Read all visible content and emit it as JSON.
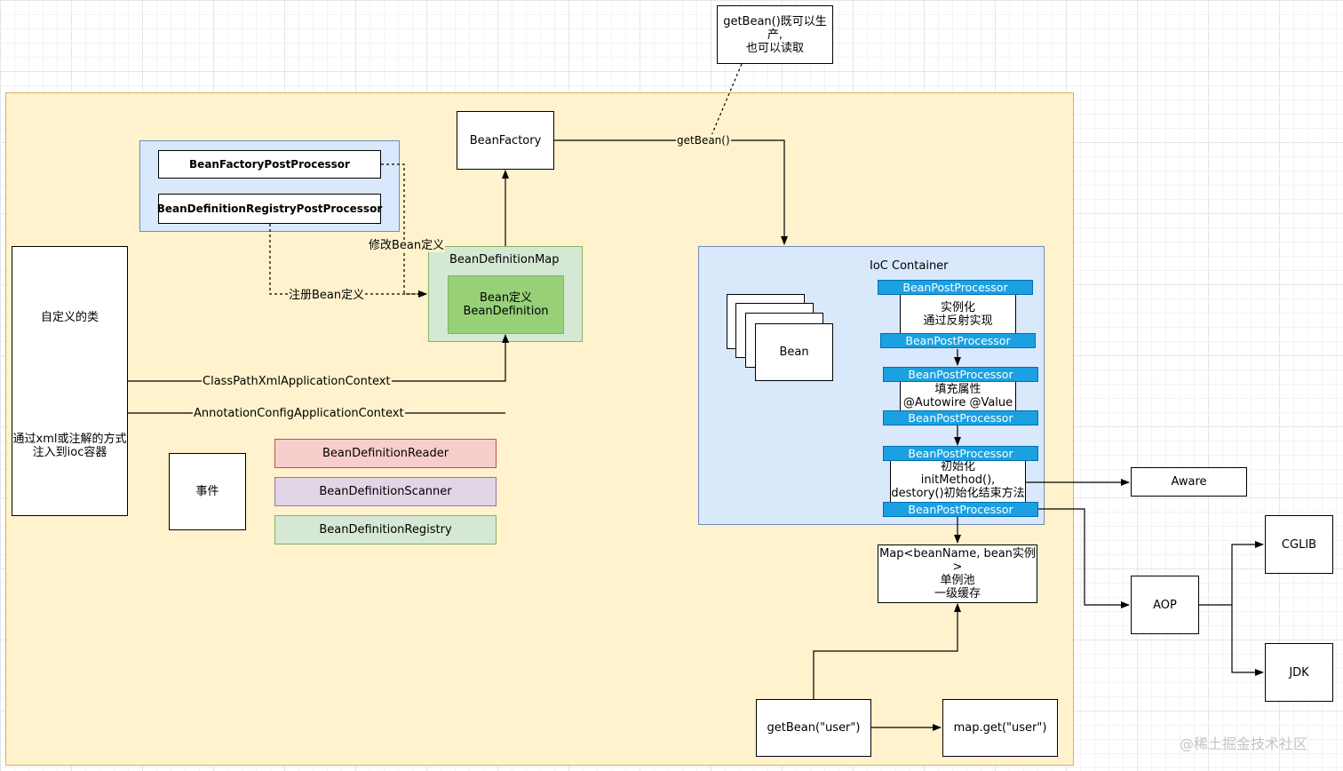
{
  "top_note": {
    "line1": "getBean()既可以生产,",
    "line2": "也可以读取"
  },
  "bean_factory": "BeanFactory",
  "processors": {
    "factory_post": "BeanFactoryPostProcessor",
    "registry_post": "BeanDefinitionRegistryPostProcessor"
  },
  "definition_map": {
    "title": "BeanDefinitionMap",
    "inner_line1": "Bean定义",
    "inner_line2": "BeanDefinition"
  },
  "custom_class": {
    "title": "自定义的类",
    "desc_line1": "通过xml或注解的方式",
    "desc_line2": "注入到ioc容器"
  },
  "event": "事件",
  "readers": {
    "reader": "BeanDefinitionReader",
    "scanner": "BeanDefinitionScanner",
    "registry": "BeanDefinitionRegistry"
  },
  "edge_labels": {
    "modify": "修改Bean定义",
    "register": "注册Bean定义",
    "classpath": "ClassPathXmlApplicationContext",
    "annotation": "AnnotationConfigApplicationContext",
    "get_bean": "getBean()"
  },
  "ioc": {
    "title": "IoC Container",
    "bean": "Bean",
    "bpp": "BeanPostProcessor",
    "step1_line1": "实例化",
    "step1_line2": "通过反射实现",
    "step2_line1": "填充属性",
    "step2_line2": "@Autowire @Value",
    "step3_line1": "初始化",
    "step3_line2": "initMethod(),",
    "step3_line3": "destory()初始化结束方法"
  },
  "singleton_pool": {
    "line1": "Map<beanName, bean实例>",
    "line2": "单例池",
    "line3": "一级缓存"
  },
  "aware": "Aware",
  "aop": "AOP",
  "cglib": "CGLIB",
  "jdk": "JDK",
  "get_bean_user": "getBean(\"user\")",
  "map_get_user": "map.get(\"user\")",
  "watermark": "@稀土掘金技术社区",
  "colors": {
    "canvas_fill": "#fff2cc",
    "canvas_stroke": "#d6b656",
    "blue_fill": "#dae8fc",
    "blue_stroke": "#6c8ebf",
    "green_fill": "#d5e8d4",
    "green_stroke": "#82b366",
    "green_inner": "#97d077",
    "red_fill": "#f8cecc",
    "red_stroke": "#b85450",
    "purple_fill": "#e1d5e7",
    "purple_stroke": "#9673a6",
    "bpp_fill": "#1ba1e2"
  }
}
